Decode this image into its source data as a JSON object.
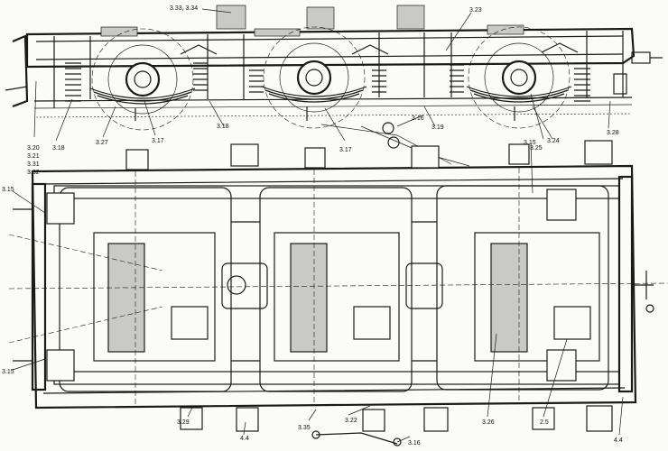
{
  "labels": {
    "l_333_334": "3.33, 3.34",
    "l_323": "3.23",
    "l_320": "3.20",
    "l_321": "3.21",
    "l_331": "3.31",
    "l_332": "3.32",
    "l_318a": "3.18",
    "l_327": "3.27",
    "l_317a": "3.17",
    "l_318b": "3.18",
    "l_317b": "3.17",
    "l_316a": "3.16",
    "l_319": "3.19",
    "l_325": "3.25",
    "l_315b": "3.15",
    "l_324": "3.24",
    "l_328": "3.28",
    "l_315a": "3.15",
    "l_315c": "3.15",
    "l_329": "3.29",
    "l_44a": "4.4",
    "l_335": "3.35",
    "l_322": "3.22",
    "l_316b": "3.16",
    "l_326": "3.26",
    "l_25": "2.5",
    "l_44b": "4.4"
  }
}
